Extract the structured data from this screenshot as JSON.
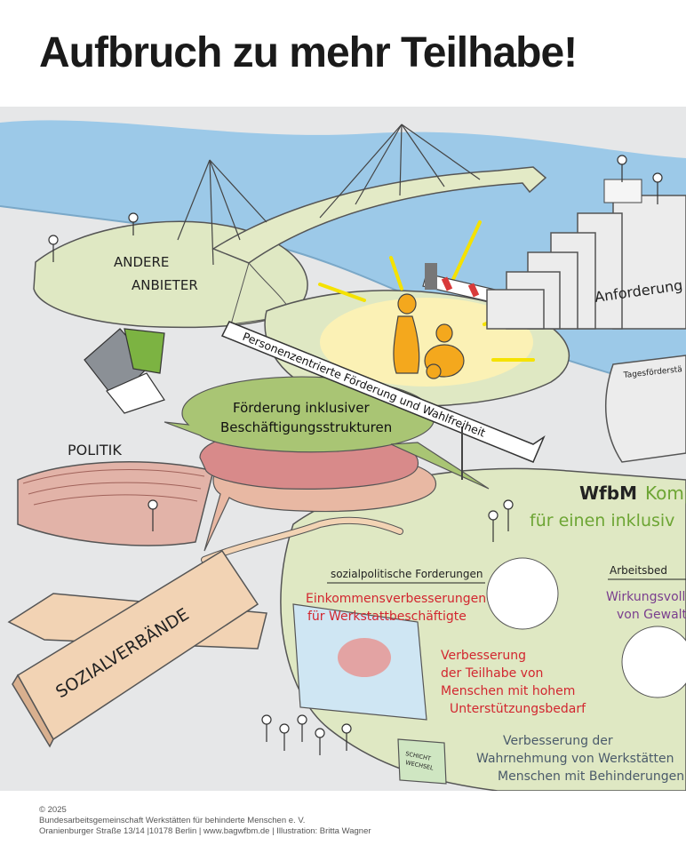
{
  "title": "Aufbruch zu mehr Teilhabe!",
  "labels": {
    "andere_anbieter_1": "ANDERE",
    "andere_anbieter_2": "ANBIETER",
    "anforderung": "Anforderung",
    "politik": "POLITIK",
    "personen_sign": "Personenzentrierte Förderung und Wahlfreiheit",
    "foerderung_1": "Förderung inklusiver",
    "foerderung_2": "Beschäftigungsstrukturen",
    "tagesfoerder": "Tagesförderstä",
    "wfbm_a": "WfbM",
    "wfbm_b": "Komp",
    "wfbm_line2": "für einen inklusiv",
    "sozial_header": "sozialpolitische Forderungen",
    "arbeitsbe": "Arbeitsbed",
    "einkommen_1": "Einkommensverbesserungen",
    "einkommen_2": "für Werkstattbeschäftigte",
    "wirkung_1": "Wirkungsvolle",
    "wirkung_2": "von Gewalt",
    "teilhabe_1": "Verbesserung",
    "teilhabe_2": "der Teilhabe von",
    "teilhabe_3": "Menschen mit hohem",
    "teilhabe_4": "Unterstützungsbedarf",
    "wahrnehmung_1": "Verbesserung der",
    "wahrnehmung_2": "Wahrnehmung von Werkstätten",
    "wahrnehmung_3": "Menschen mit Behinderungen",
    "sozialverbaende": "SOZIALVERBÄNDE",
    "schicht_1": "SCHICHT",
    "schicht_2": "WECHSEL"
  },
  "footer": {
    "line1": "© 2025",
    "line2": "Bundesarbeitsgemeinschaft Werkstätten für behinderte Menschen e. V.",
    "line3": "Oranienburger Straße 13/14 |10178 Berlin | www.bagwfbm.de | Illustration: Britta Wagner"
  },
  "colors": {
    "water": "#9cc9e8",
    "ground": "#e6e7e8",
    "island": "#dfe8c3",
    "bridge": "#e3eac6",
    "stairs": "#ececec",
    "green_bubble": "#a9c574",
    "pink_bubble": "#d88a8a",
    "salmon_bubble": "#e8b8a3",
    "politik_stand": "#e2b3a8",
    "plank": "#f2d3b4",
    "glow": "#fbf1b5",
    "red_text": "#d2262f",
    "purple_text": "#7a3e8e",
    "green_text": "#6da534",
    "gray_text": "#4a5a6a",
    "figure_orange": "#f4a81d",
    "barrier_red": "#d83a3a"
  }
}
